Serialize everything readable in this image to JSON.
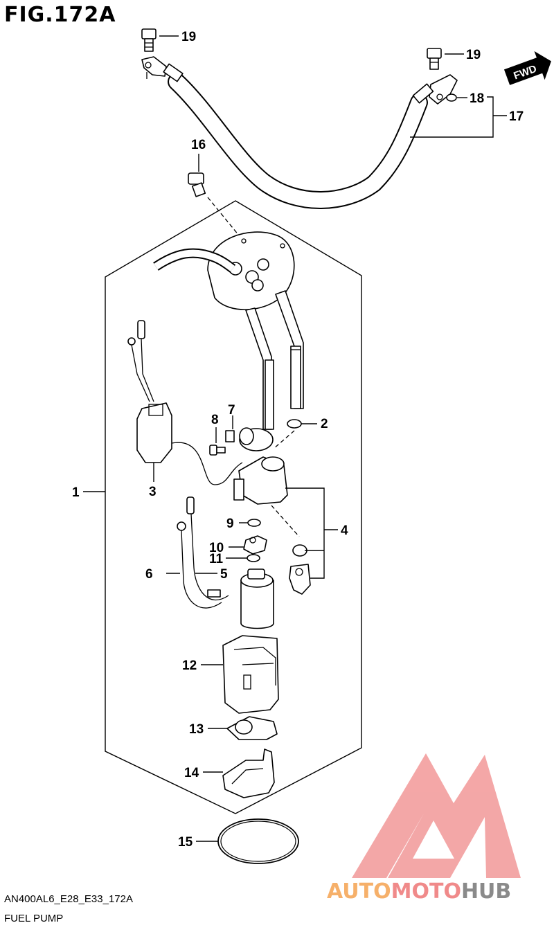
{
  "figure": {
    "title": "FIG.172A",
    "code": "AN400AL6_E28_E33_172A",
    "name": "FUEL PUMP",
    "fwd_label": "FWD"
  },
  "callouts": [
    "1",
    "2",
    "3",
    "4",
    "5",
    "6",
    "7",
    "8",
    "9",
    "10",
    "11",
    "12",
    "13",
    "14",
    "15",
    "16",
    "17",
    "18",
    "19",
    "19"
  ],
  "watermark": {
    "parts": [
      "AUTO",
      "MOTO",
      "HUB"
    ],
    "colors": {
      "logo": "#f08a8a",
      "auto": "#f6b06a",
      "moto": "#f08a8a",
      "hub": "#8a8a8a"
    }
  }
}
